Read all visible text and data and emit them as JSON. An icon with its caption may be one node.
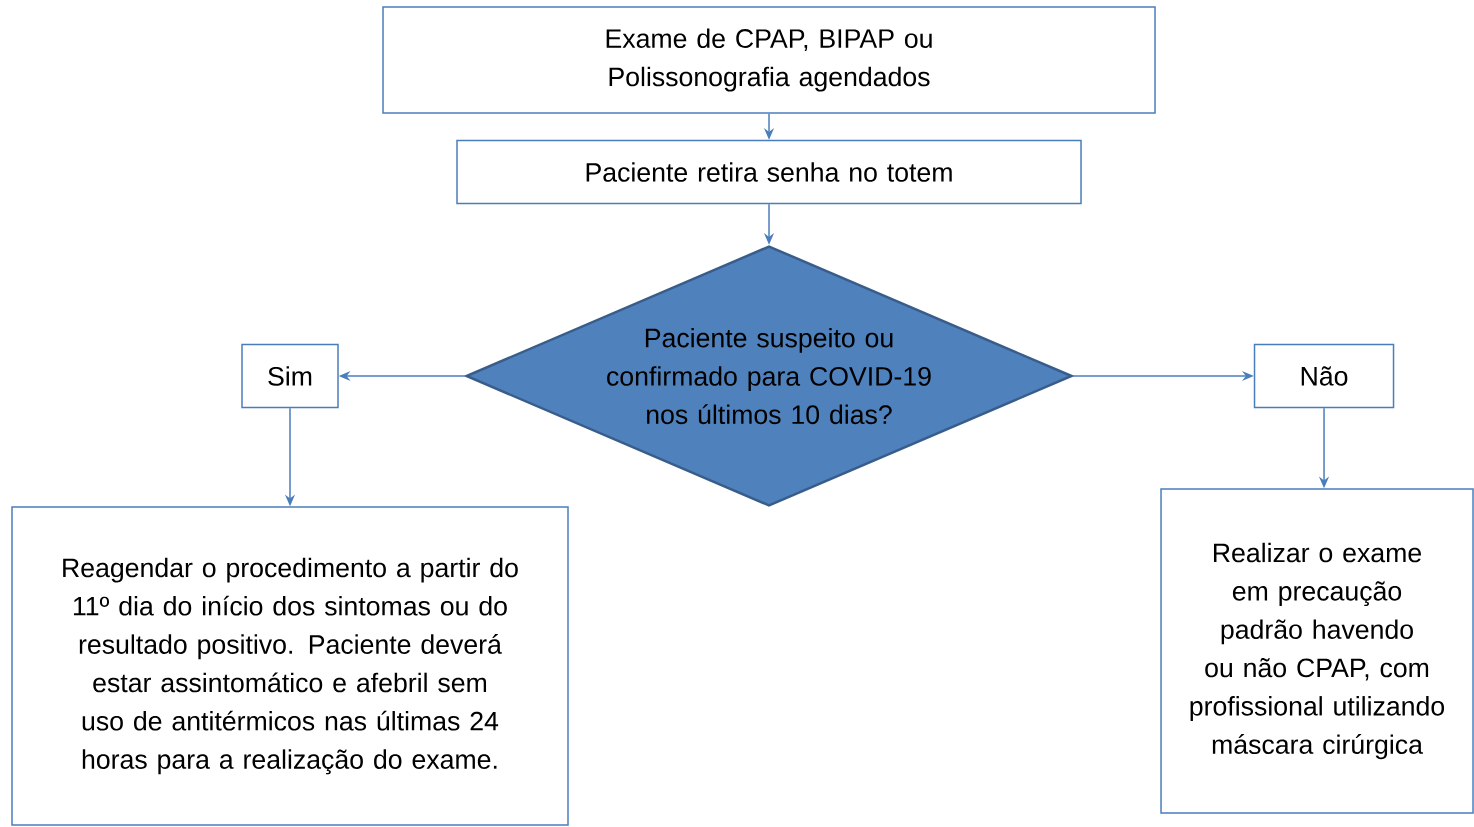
{
  "diagram": {
    "nodes": [
      {
        "text": [
          "Exame de CPAP, BIPAP ou Polissonografia agendados"
        ]
      },
      {
        "text": [
          "Paciente retira senha no totem"
        ]
      },
      {
        "text": [
          "Paciente suspeito ou confirmado para COVID-19 nos últimos 10 dias?"
        ]
      },
      {
        "text": [
          "Sim"
        ]
      },
      {
        "text": [
          "Não"
        ]
      },
      {
        "text": [
          "Reagendar o procedimento a partir do 11º dia do início dos sintomas ou do resultado positivo. Paciente deverá estar assintomático e afebril sem uso de antitérmicos nas últimas 24 horas para a realização do exame."
        ]
      },
      {
        "text": [
          "Realizar o exame em precaução padrão havendo ou não CPAP, com profissional utilizando máscara cirúrgica"
        ]
      }
    ],
    "edges": [
      {
        "from": 0,
        "to": 1,
        "arrow": "to"
      },
      {
        "from": 1,
        "to": 2,
        "arrow": "to"
      },
      {
        "from": 2,
        "to": 3,
        "arrow": "to"
      },
      {
        "from": 2,
        "to": 4,
        "arrow": "to"
      },
      {
        "from": 3,
        "to": 5,
        "arrow": "to"
      },
      {
        "from": 4,
        "to": 6,
        "arrow": "to"
      }
    ]
  }
}
